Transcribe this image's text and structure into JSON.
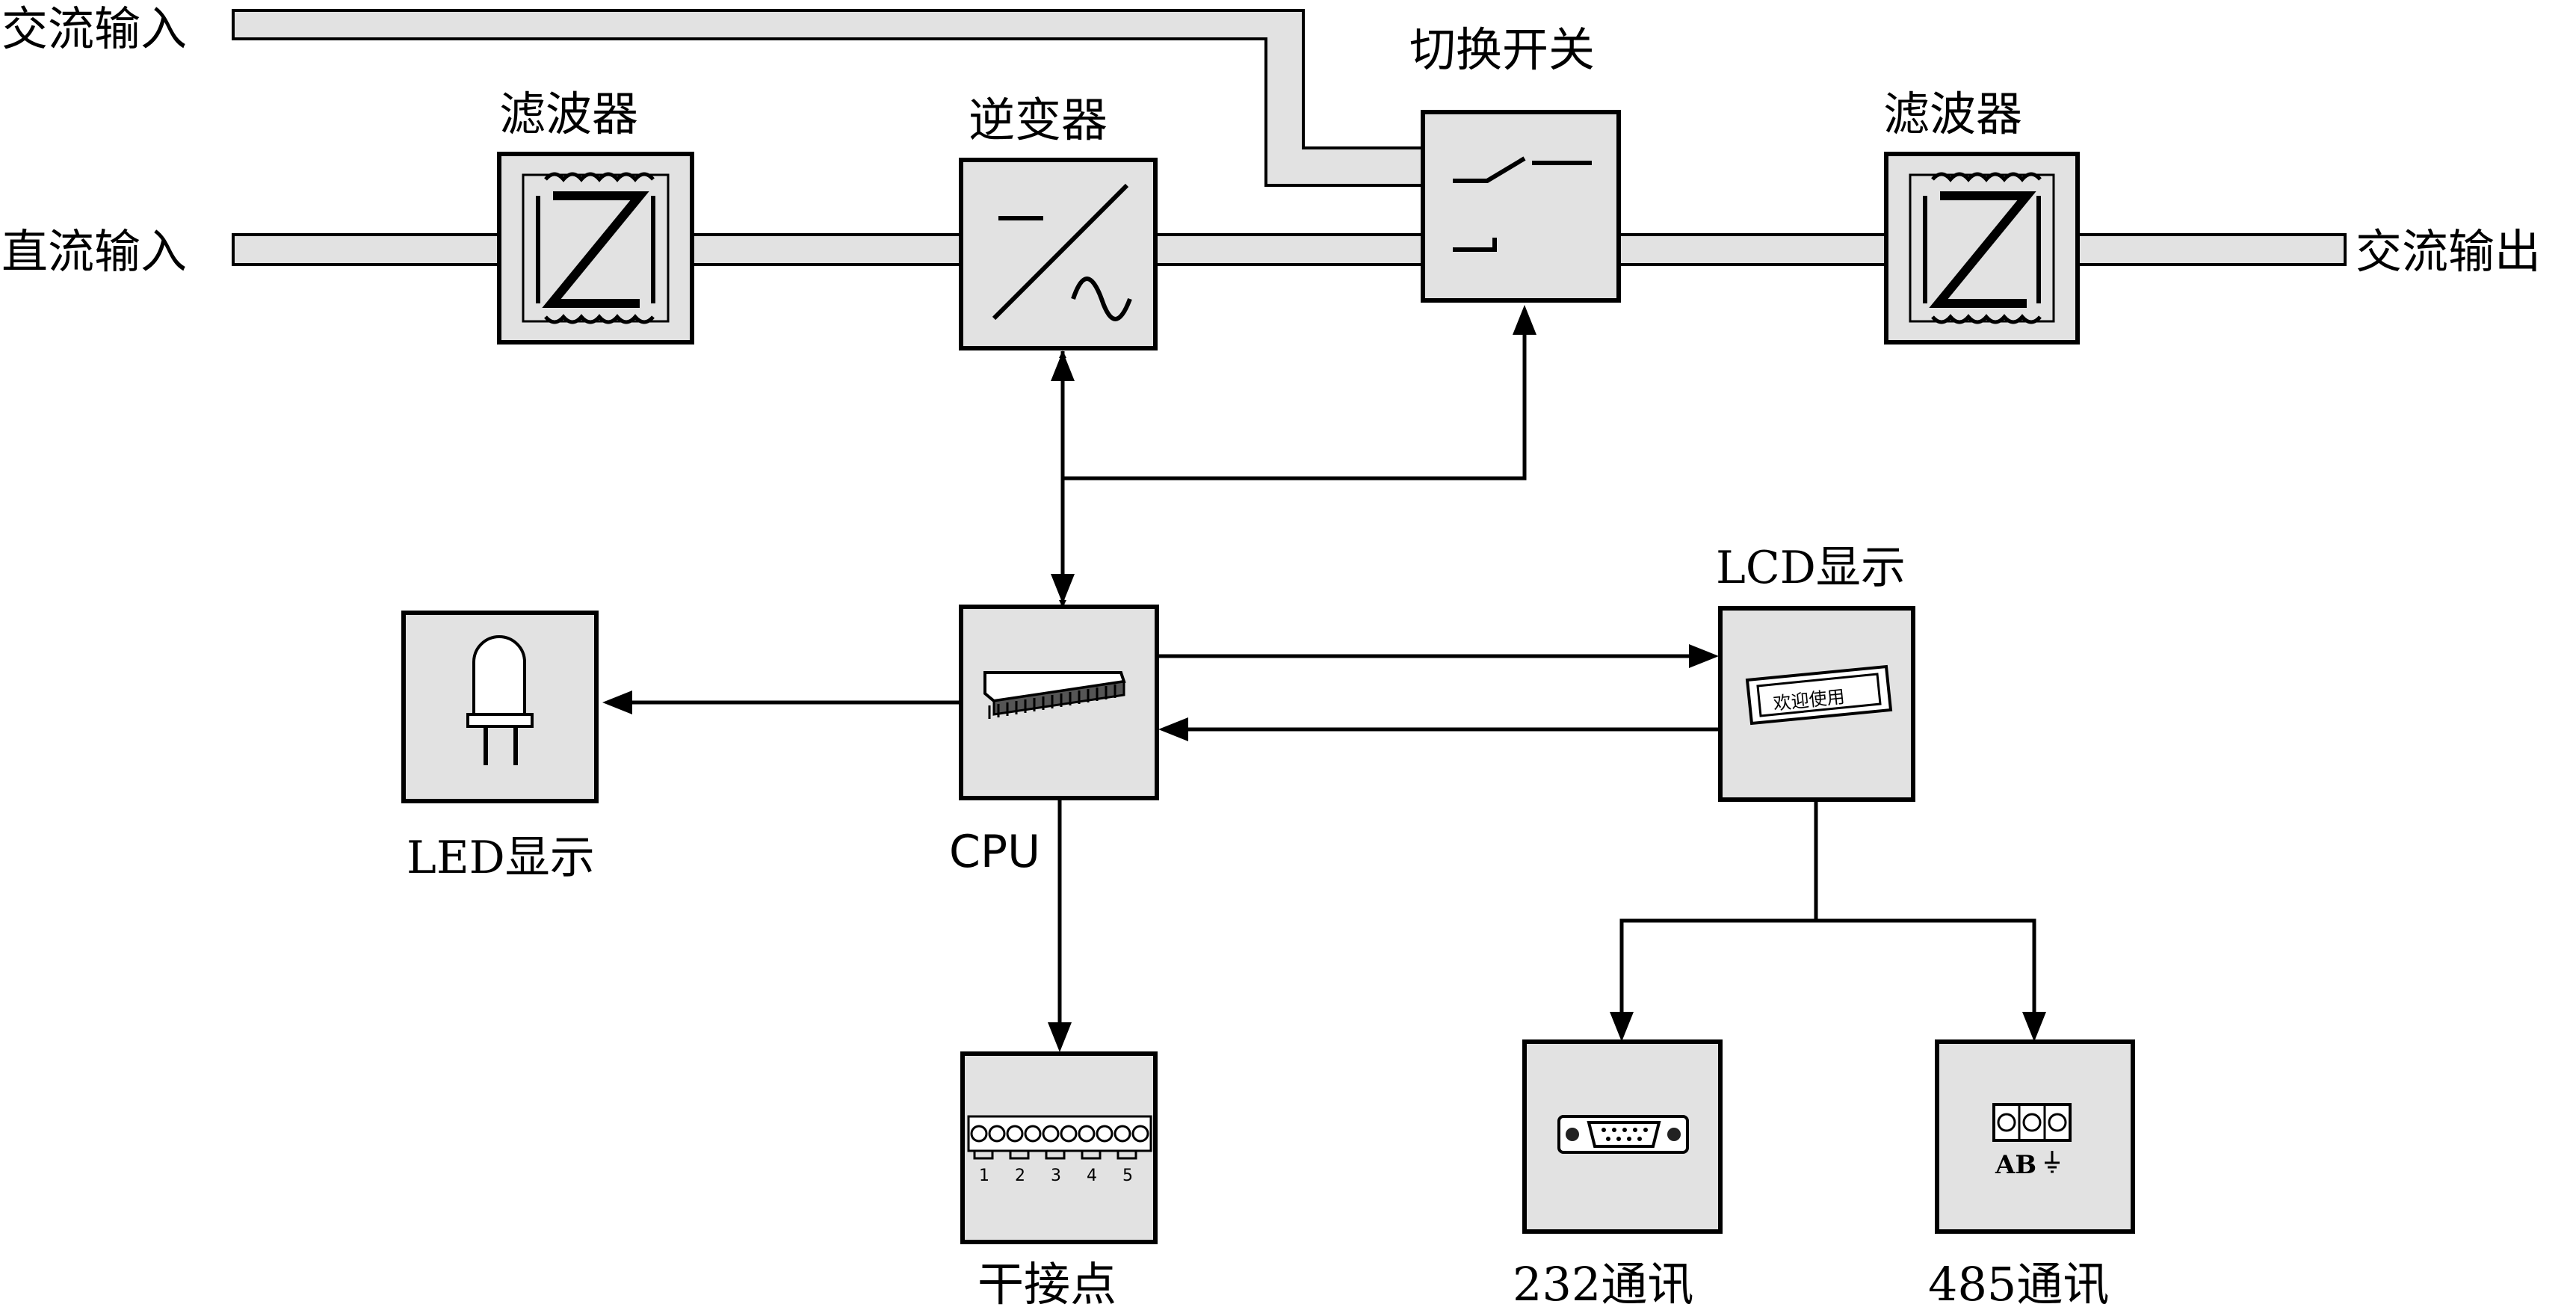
{
  "labels": {
    "ac_input": "交流输入",
    "dc_input": "直流输入",
    "filter_in": "滤波器",
    "inverter": "逆变器",
    "transfer_switch": "切换开关",
    "filter_out": "滤波器",
    "ac_output": "交流输出",
    "lcd_display": "LCD显示",
    "led_display": "LED显示",
    "cpu": "CPU",
    "dry_contact": "干接点",
    "rs232": "232通讯",
    "rs485": "485通讯"
  },
  "lcd_screen_text": "欢迎使用",
  "dry_contact_numbers": [
    "1",
    "2",
    "3",
    "4",
    "5"
  ],
  "rs485_terminal_text": "AB",
  "icons": {
    "filter": "filter-icon",
    "inverter": "inverter-icon",
    "switch": "switch-icon",
    "led": "led-icon",
    "cpu": "chip-icon",
    "lcd": "lcd-icon",
    "dry_contact": "terminal-block-icon",
    "rs232": "db9-connector-icon",
    "rs485": "terminal-connector-icon"
  }
}
